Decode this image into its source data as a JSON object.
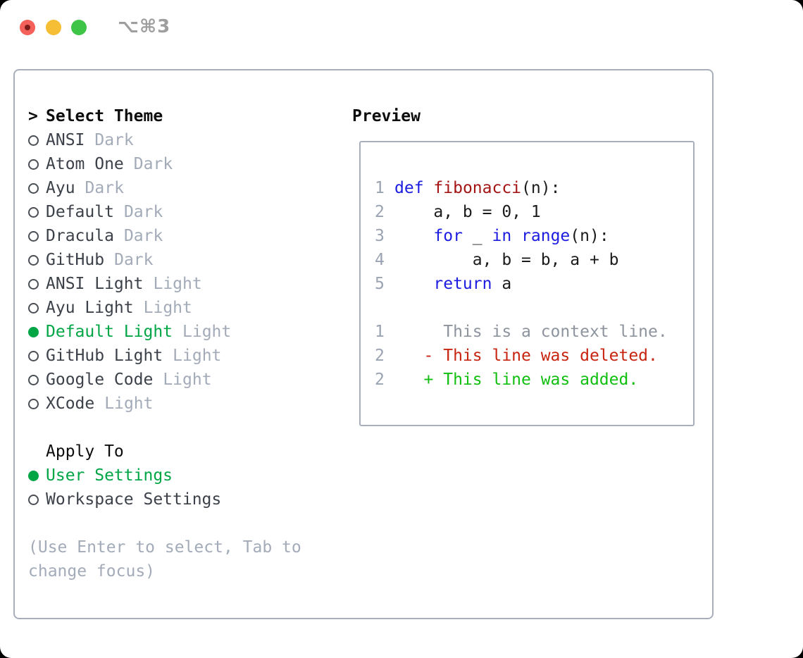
{
  "window": {
    "shortcut_label": "⌥⌘3",
    "traffic_lights": [
      "close",
      "minimize",
      "zoom"
    ]
  },
  "theme_panel": {
    "title_prefix": ">",
    "title": "Select Theme",
    "items": [
      {
        "label": "ANSI",
        "tag": "Dark",
        "selected": false
      },
      {
        "label": "Atom One",
        "tag": "Dark",
        "selected": false
      },
      {
        "label": "Ayu",
        "tag": "Dark",
        "selected": false
      },
      {
        "label": "Default",
        "tag": "Dark",
        "selected": false
      },
      {
        "label": "Dracula",
        "tag": "Dark",
        "selected": false
      },
      {
        "label": "GitHub",
        "tag": "Dark",
        "selected": false
      },
      {
        "label": "ANSI Light",
        "tag": "Light",
        "selected": false
      },
      {
        "label": "Ayu Light",
        "tag": "Light",
        "selected": false
      },
      {
        "label": "Default Light",
        "tag": "Light",
        "selected": true
      },
      {
        "label": "GitHub Light",
        "tag": "Light",
        "selected": false
      },
      {
        "label": "Google Code",
        "tag": "Light",
        "selected": false
      },
      {
        "label": "XCode",
        "tag": "Light",
        "selected": false
      }
    ],
    "apply_to": {
      "title": "Apply To",
      "options": [
        {
          "label": "User Settings",
          "selected": true
        },
        {
          "label": "Workspace Settings",
          "selected": false
        }
      ]
    },
    "help_lines": [
      "(Use Enter to select, Tab to",
      "change focus)"
    ]
  },
  "preview_panel": {
    "title": "Preview",
    "lines": [
      {
        "gutter": "1",
        "segments": [
          {
            "t": "def",
            "c": "kw"
          },
          {
            "t": " ",
            "c": "pl"
          },
          {
            "t": "fibonacci",
            "c": "fn"
          },
          {
            "t": "(n):",
            "c": "pl"
          }
        ]
      },
      {
        "gutter": "2",
        "segments": [
          {
            "t": "    a, b = 0, 1",
            "c": "pl"
          }
        ]
      },
      {
        "gutter": "3",
        "segments": [
          {
            "t": "    ",
            "c": "pl"
          },
          {
            "t": "for",
            "c": "kw"
          },
          {
            "t": " _ ",
            "c": "pl"
          },
          {
            "t": "in",
            "c": "kw"
          },
          {
            "t": " ",
            "c": "pl"
          },
          {
            "t": "range",
            "c": "kw"
          },
          {
            "t": "(n):",
            "c": "pl"
          }
        ]
      },
      {
        "gutter": "4",
        "segments": [
          {
            "t": "        a, b = b, a + b",
            "c": "pl"
          }
        ]
      },
      {
        "gutter": "5",
        "segments": [
          {
            "t": "    ",
            "c": "pl"
          },
          {
            "t": "return",
            "c": "kw"
          },
          {
            "t": " a",
            "c": "pl"
          }
        ]
      },
      {
        "gutter": "",
        "segments": []
      },
      {
        "gutter": "1",
        "segments": [
          {
            "t": "     This is a context line.",
            "c": "ctx"
          }
        ]
      },
      {
        "gutter": "2",
        "segments": [
          {
            "t": "   - This line was deleted.",
            "c": "del"
          }
        ]
      },
      {
        "gutter": "2",
        "segments": [
          {
            "t": "   + This line was added.",
            "c": "add"
          }
        ]
      }
    ]
  },
  "colors": {
    "accent-green": "#00a546",
    "added-green": "#10bf10",
    "deleted-red": "#c7250f",
    "keyword-blue": "#1c1ce0",
    "function-red": "#a31515",
    "plain-text": "#1c1c1c",
    "muted-gray": "#a3abb8",
    "context-gray": "#8d949e",
    "gutter-gray": "#9aa3b2",
    "label-dark": "#3c4149",
    "ring-gray": "#4a4e55",
    "border-gray": "#a9afba",
    "traffic-red": "#f4605a",
    "traffic-red-dot": "#7c1b17",
    "traffic-yellow": "#f6be35",
    "traffic-green": "#3ec447",
    "shortcut-gray": "#9e9e9e"
  }
}
